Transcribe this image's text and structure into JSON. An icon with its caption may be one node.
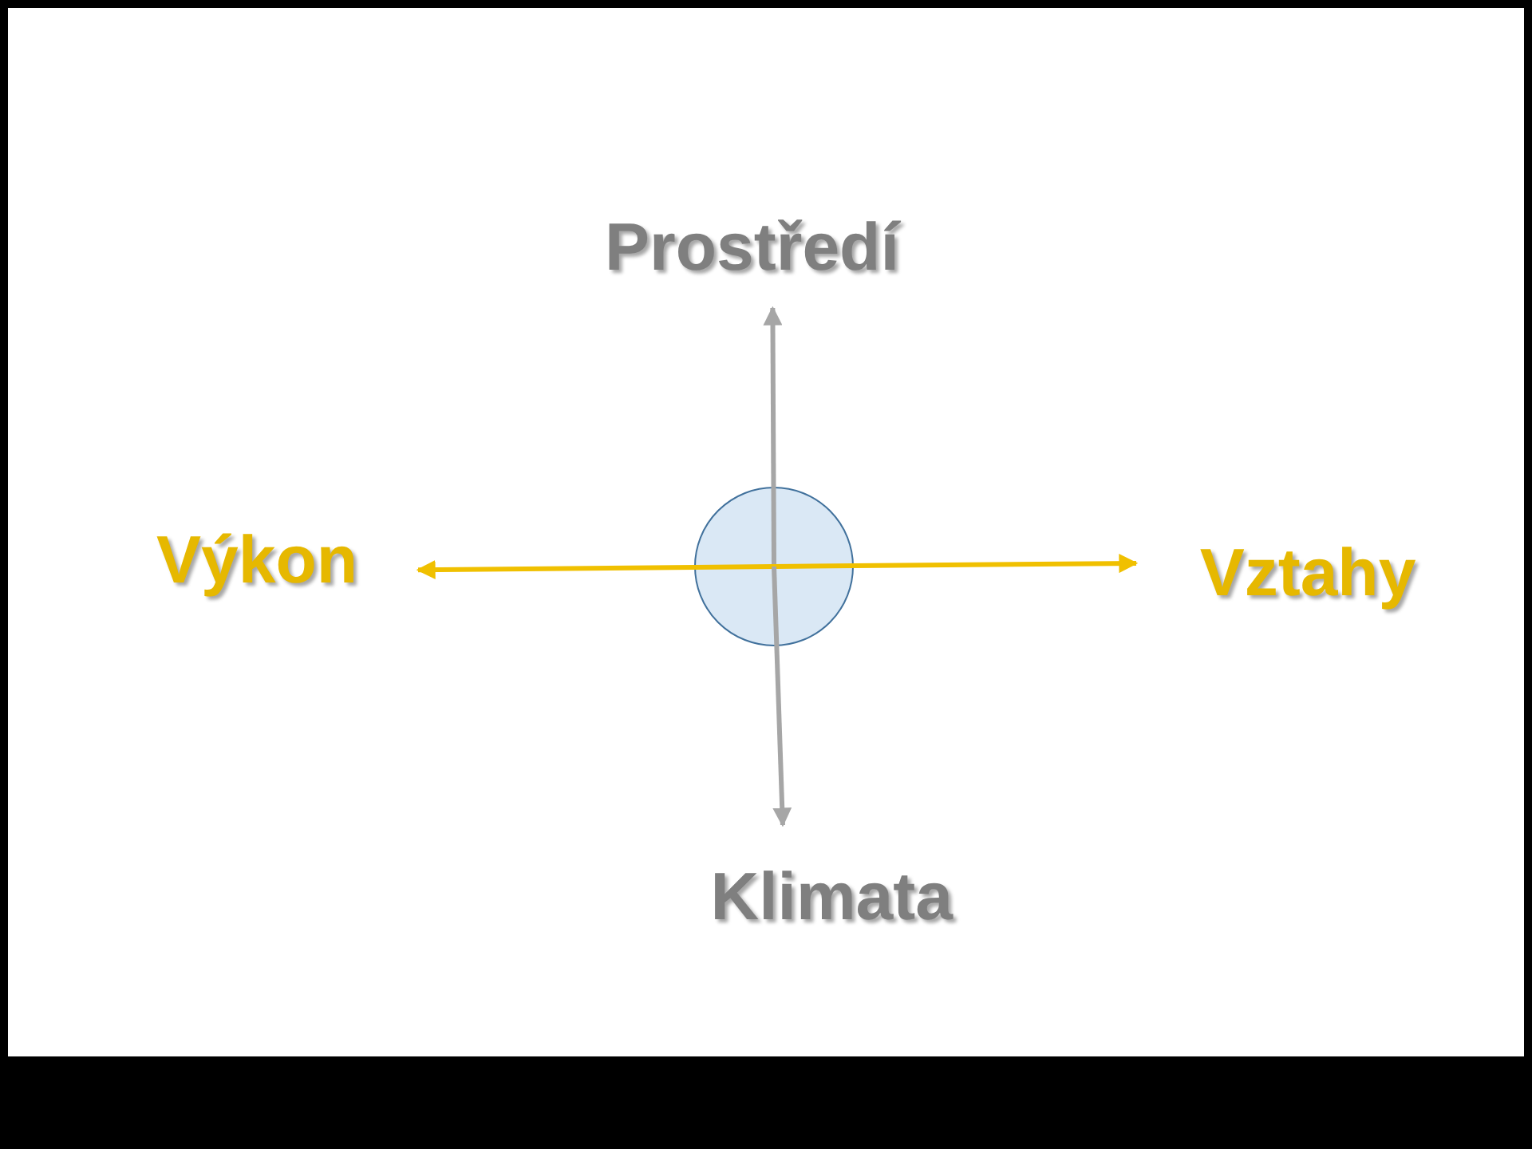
{
  "diagram": {
    "nodes": [
      {
        "text": [
          "Prostředí"
        ]
      },
      {
        "text": [
          "Výkon"
        ]
      },
      {
        "text": [],
        "shape": "circle"
      },
      {
        "text": [
          "Vztahy"
        ]
      },
      {
        "text": [
          "Klimata"
        ]
      }
    ],
    "edges": [
      {
        "from": 2,
        "to": 0,
        "arrow": "to",
        "color": "#a6a6a6"
      },
      {
        "from": 2,
        "to": 1,
        "arrow": "to",
        "color": "#f0c000"
      },
      {
        "from": 2,
        "to": 3,
        "arrow": "to",
        "color": "#f0c000"
      },
      {
        "from": 2,
        "to": 4,
        "arrow": "to",
        "color": "#a6a6a6"
      }
    ]
  }
}
